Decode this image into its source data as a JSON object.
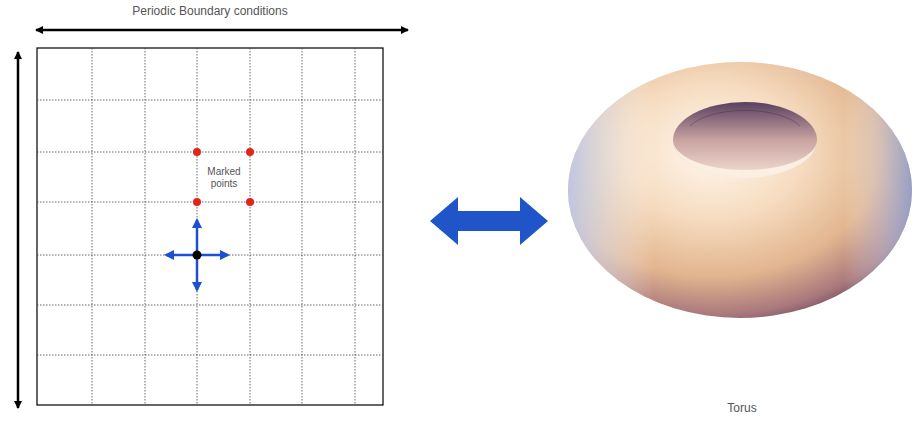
{
  "diagram": {
    "labels": [
      "Periodic Boundary conditions",
      "Marked points",
      "Torus"
    ]
  }
}
